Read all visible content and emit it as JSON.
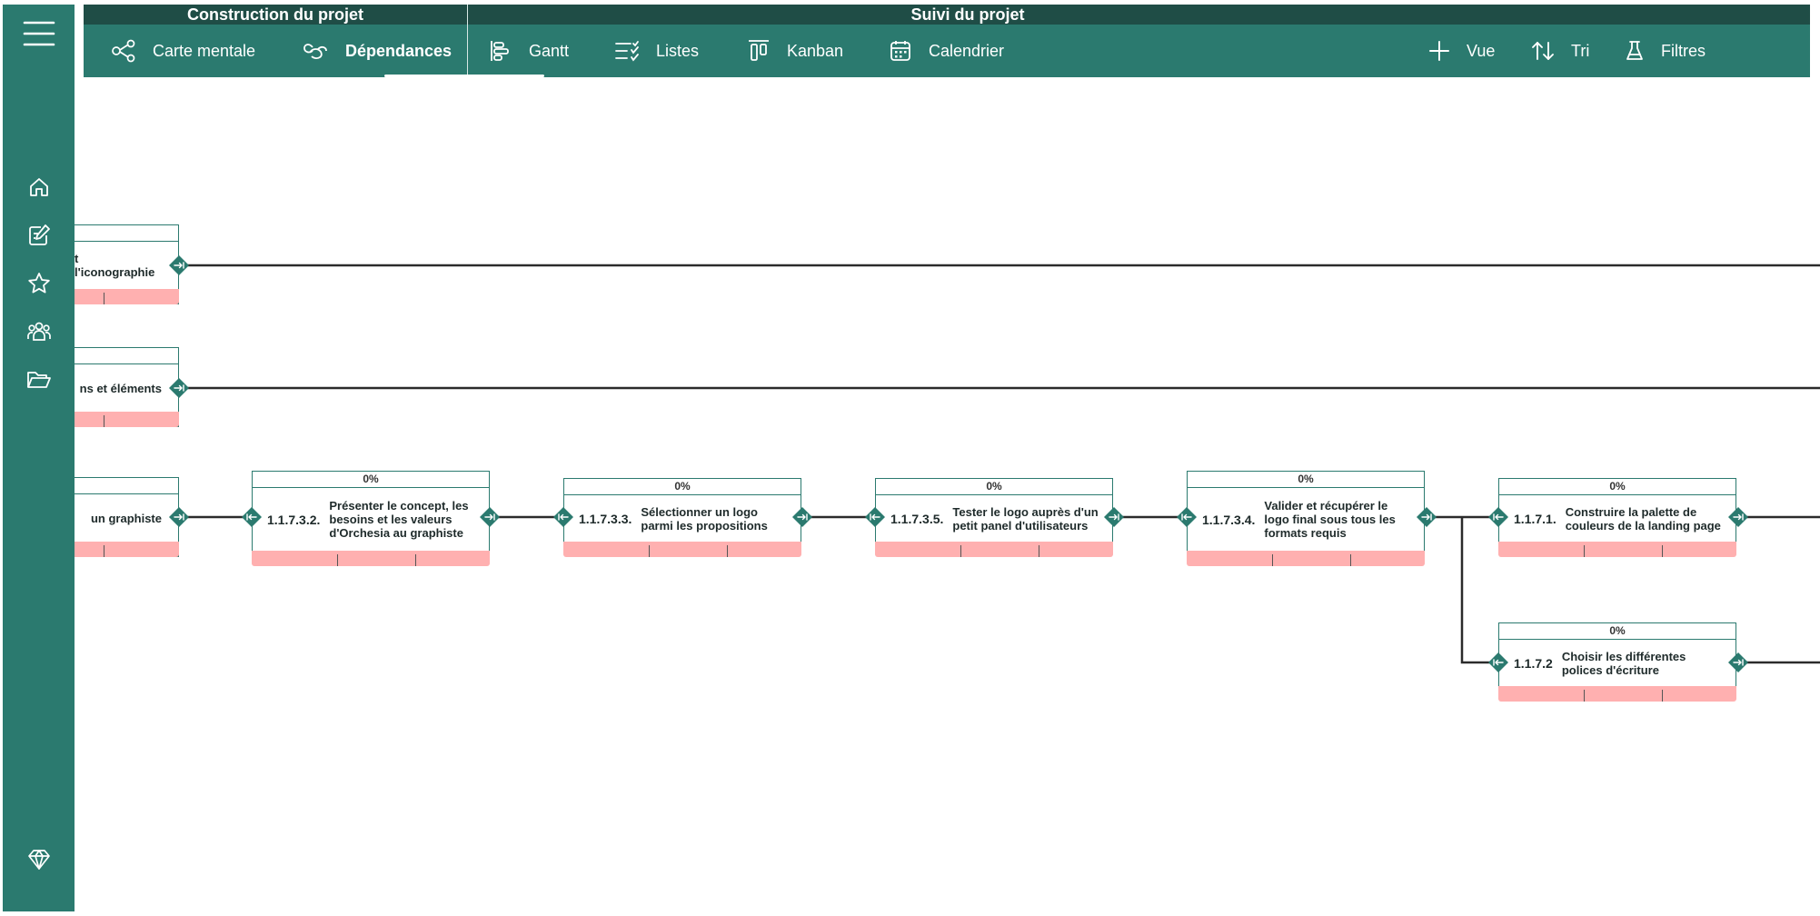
{
  "header": {
    "groups": [
      {
        "title": "Construction du projet"
      },
      {
        "title": "Suivi du projet"
      }
    ],
    "tabs": [
      {
        "label": "Carte mentale",
        "icon": "mind-map-icon"
      },
      {
        "label": "Dépendances",
        "icon": "link-icon",
        "active": true
      },
      {
        "label": "Gantt",
        "icon": "gantt-icon"
      },
      {
        "label": "Listes",
        "icon": "list-check-icon"
      },
      {
        "label": "Kanban",
        "icon": "kanban-icon"
      },
      {
        "label": "Calendrier",
        "icon": "calendar-icon"
      }
    ],
    "actions": [
      {
        "label": "Vue",
        "icon": "plus-icon"
      },
      {
        "label": "Tri",
        "icon": "sort-icon"
      },
      {
        "label": "Filtres",
        "icon": "flask-icon"
      }
    ]
  },
  "sidebar": {
    "items": [
      {
        "icon": "menu-icon"
      },
      {
        "icon": "home-icon"
      },
      {
        "icon": "edit-note-icon"
      },
      {
        "icon": "star-icon"
      },
      {
        "icon": "team-icon"
      },
      {
        "icon": "folder-icon"
      },
      {
        "icon": "diamond-icon"
      }
    ]
  },
  "canvas": {
    "partial_tasks": [
      {
        "label": "t l'iconographie"
      },
      {
        "label": "ns et éléments"
      },
      {
        "label": "un graphiste"
      }
    ],
    "tasks": [
      {
        "code": "1.1.7.3.2.",
        "label": "Présenter le concept, les besoins et les valeurs d'Orchesia au graphiste",
        "progress": "0%"
      },
      {
        "code": "1.1.7.3.3.",
        "label": "Sélectionner un logo parmi les propositions",
        "progress": "0%"
      },
      {
        "code": "1.1.7.3.5.",
        "label": "Tester le logo auprès d'un petit panel d'utilisateurs",
        "progress": "0%"
      },
      {
        "code": "1.1.7.3.4.",
        "label": "Valider et récupérer le logo final sous tous les formats requis",
        "progress": "0%"
      },
      {
        "code": "1.1.7.1.",
        "label": "Construire la palette de couleurs de la landing page",
        "progress": "0%"
      },
      {
        "code": "1.1.7.2",
        "label": "Choisir les différentes polices d'écriture",
        "progress": "0%"
      }
    ]
  },
  "colors": {
    "primary": "#2b7a6f",
    "header_band": "#1f4d46",
    "progress_bar": "#ffb0b0",
    "link_line": "#2b2b2b"
  }
}
